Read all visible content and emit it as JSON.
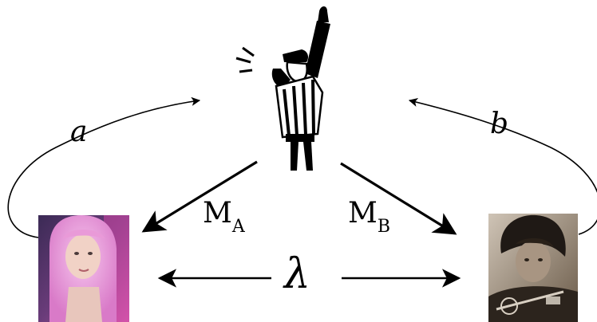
{
  "labels": {
    "a": "a",
    "b": "b",
    "ma_main": "M",
    "ma_sub": "A",
    "mb_main": "M",
    "mb_sub": "B",
    "lambda": "λ"
  },
  "colors": {
    "ink": "#000000",
    "background": "#ffffff",
    "left_photo_pink": "#e78fd7",
    "left_photo_dark": "#3b2a55",
    "right_photo_tone": "#4b3d30"
  },
  "figures": {
    "center": "referee-blowing-whistle",
    "left": "photo-person-pink-wig",
    "right": "photo-person-with-guitar"
  }
}
